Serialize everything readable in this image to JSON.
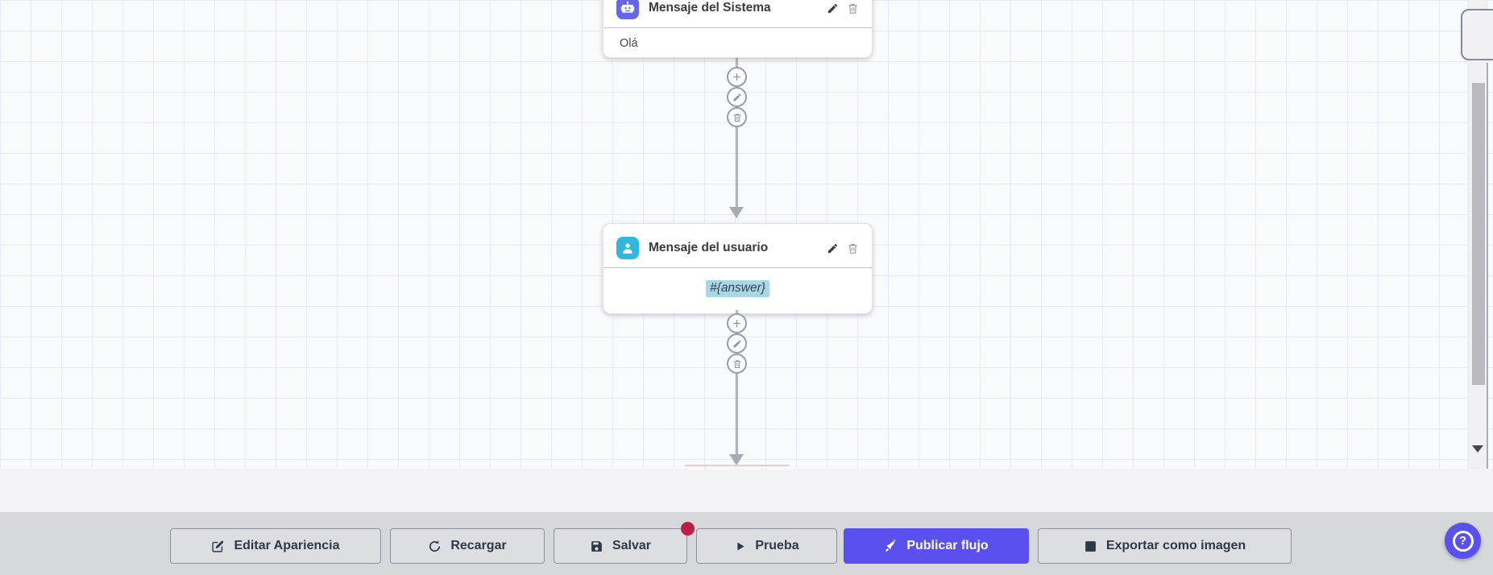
{
  "canvas": {
    "nodes": [
      {
        "title": "Mensaje del Sistema",
        "content": "Olá",
        "icon": "robot-icon",
        "actions": [
          "edit-node",
          "delete-node"
        ]
      },
      {
        "title": "Mensaje del usuario",
        "content": "#{answer}",
        "icon": "user-icon",
        "content_highlighted": true,
        "actions": [
          "edit-node",
          "delete-node"
        ]
      }
    ],
    "connector_actions": [
      "add-node",
      "edit-connection",
      "delete-connection"
    ]
  },
  "toolbar": {
    "buttons": [
      {
        "label": "Editar Apariencia",
        "icon": "edit-square-icon"
      },
      {
        "label": "Recargar",
        "icon": "refresh-icon"
      },
      {
        "label": "Salvar",
        "icon": "save-icon",
        "badge": true
      },
      {
        "label": "Prueba",
        "icon": "play-icon"
      },
      {
        "label": "Publicar flujo",
        "icon": "rocket-icon",
        "primary": true
      },
      {
        "label": "Exportar como imagen",
        "icon": "image-icon"
      }
    ]
  },
  "help": {
    "glyph": "?",
    "icon": "question-icon"
  },
  "colors": {
    "accent": "#5950ef",
    "system-icon-bg": "#6266f1",
    "user-icon-bg": "#2fb7de",
    "highlight": "#aad7e7",
    "badge": "#bf1e43"
  }
}
